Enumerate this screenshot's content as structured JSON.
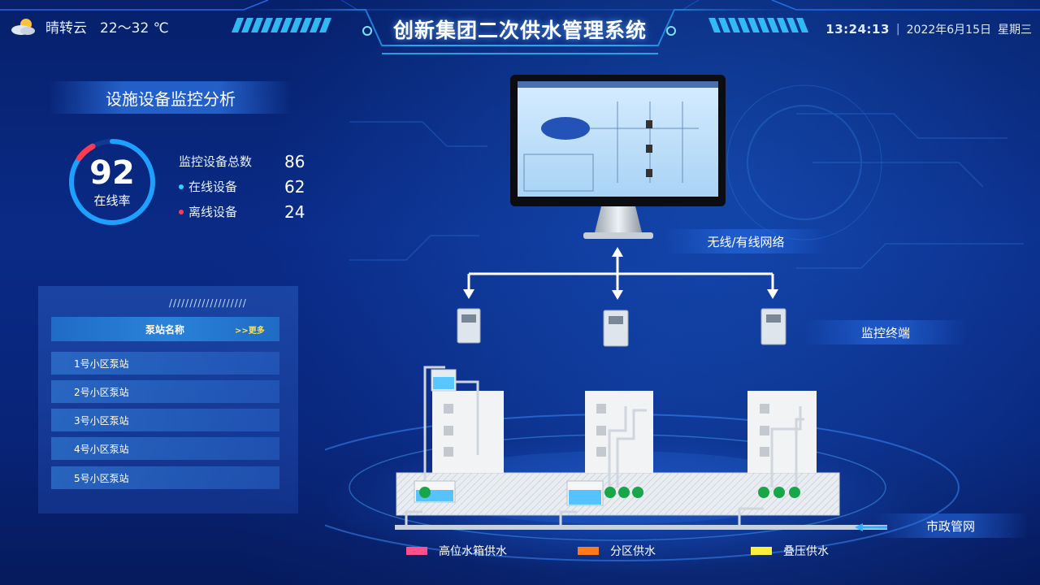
{
  "header": {
    "weather_text": "晴转云",
    "temperature": "22～32 ℃",
    "title": "创新集团二次供水管理系统",
    "time": "13:24:13",
    "separator": "|",
    "date": "2022年6月15日",
    "weekday": "星期三"
  },
  "monitor": {
    "section_title": "设施设备监控分析",
    "online_rate_value": "92",
    "online_rate_label": "在线率",
    "online_rate_fraction": 0.92,
    "stats": [
      {
        "label": "监控设备总数",
        "value": "86"
      },
      {
        "label": "在线设备",
        "value": "62",
        "dot_color": "#2fd3ff"
      },
      {
        "label": "离线设备",
        "value": "24",
        "dot_color": "#ff3b4f"
      }
    ]
  },
  "stations": {
    "decoration": "///////////////////",
    "header_name": "泵站名称",
    "more_label": ">>更多",
    "items": [
      "1号小区泵站",
      "2号小区泵站",
      "3号小区泵站",
      "4号小区泵站",
      "5号小区泵站"
    ]
  },
  "diagram": {
    "network_label": "无线/有线网络",
    "terminal_label": "监控终端",
    "municipal_label": "市政管网",
    "legend": [
      {
        "label": "高位水箱供水",
        "color": "#ff4f8b"
      },
      {
        "label": "分区供水",
        "color": "#ff7a1a"
      },
      {
        "label": "叠压供水",
        "color": "#ffee3a"
      }
    ]
  },
  "colors": {
    "accent": "#2fd3ff",
    "gauge_arc": "#1ea0ff",
    "gauge_end": "#ff3b4f"
  }
}
